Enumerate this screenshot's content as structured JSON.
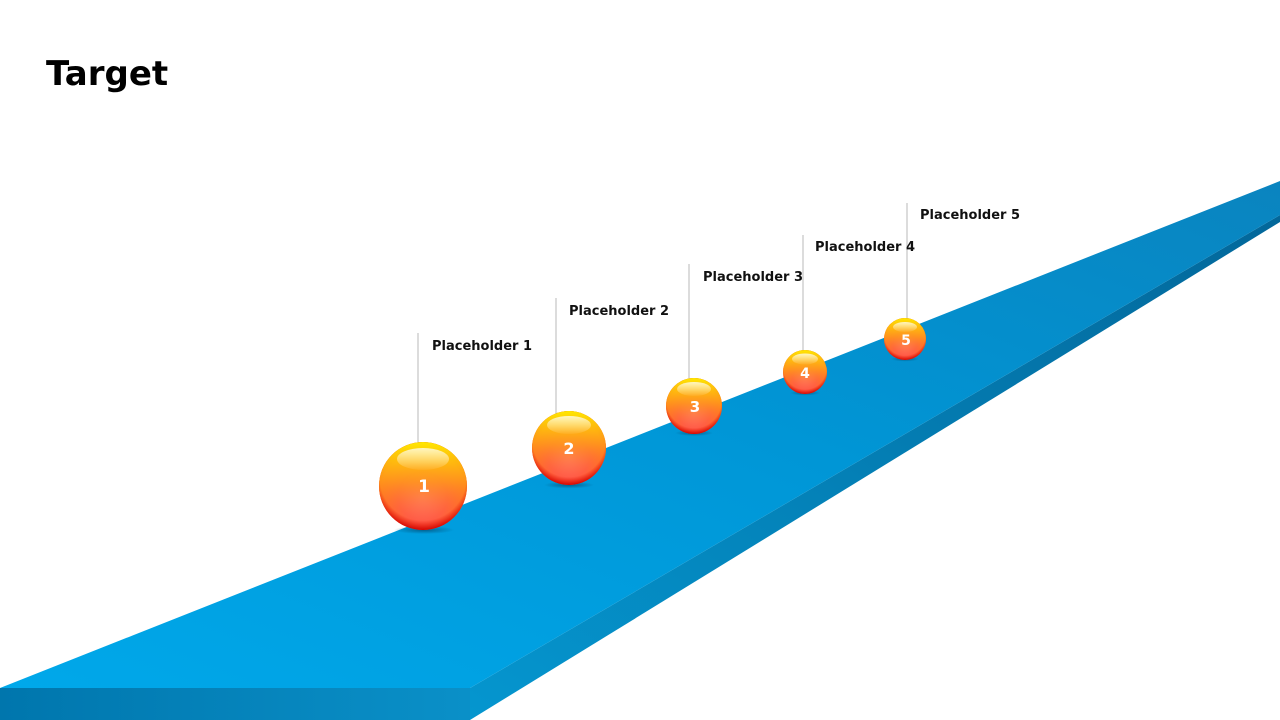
{
  "slide": {
    "title": "Target"
  },
  "colors": {
    "road_top_light": "#00a6e6",
    "road_top_dark": "#0a86c2",
    "road_side": "#0080b8",
    "road_side_dark": "#046a9c",
    "ball_yellow": "#ffe600",
    "ball_orange": "#ff7a1a",
    "ball_red": "#e00000",
    "leader_line": "#b5b5b5"
  },
  "milestones": [
    {
      "number": "1",
      "label": "Placeholder 1"
    },
    {
      "number": "2",
      "label": "Placeholder 2"
    },
    {
      "number": "3",
      "label": "Placeholder 3"
    },
    {
      "number": "4",
      "label": "Placeholder 4"
    },
    {
      "number": "5",
      "label": "Placeholder 5"
    }
  ]
}
